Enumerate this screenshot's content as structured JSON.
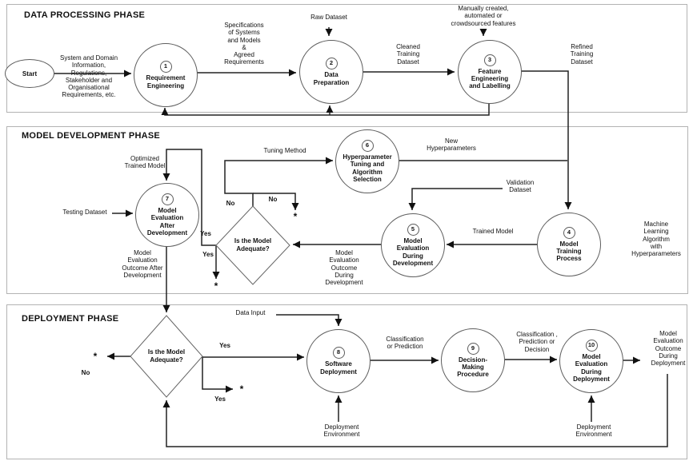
{
  "phases": [
    {
      "title": "DATA PROCESSING PHASE"
    },
    {
      "title": "MODEL DEVELOPMENT PHASE"
    },
    {
      "title": "DEPLOYMENT PHASE"
    }
  ],
  "start": {
    "label": "Start"
  },
  "nodes": [
    {
      "num": "1",
      "label": "Requirement\nEngineering"
    },
    {
      "num": "2",
      "label": "Data\nPreparation"
    },
    {
      "num": "3",
      "label": "Feature\nEngineering\nand Labelling"
    },
    {
      "num": "4",
      "label": "Model\nTraining\nProcess"
    },
    {
      "num": "5",
      "label": "Model\nEvaluation\nDuring\nDevelopment"
    },
    {
      "num": "6",
      "label": "Hyperparameter\nTuning and\nAlgorithm\nSelection"
    },
    {
      "num": "7",
      "label": "Model\nEvaluation\nAfter\nDevelopment"
    },
    {
      "num": "8",
      "label": "Software\nDeployment"
    },
    {
      "num": "9",
      "label": "Decision-\nMaking\nProcedure"
    },
    {
      "num": "10",
      "label": "Model\nEvaluation\nDuring\nDeployment"
    }
  ],
  "decisions": [
    {
      "label": "Is the Model\nAdequate?"
    },
    {
      "label": "Is the Model\nAdequate?"
    }
  ],
  "edge_labels": {
    "system_domain": "System and Domain\nInformation,\nRegulations,\nStakeholder and\nOrganisational\nRequirements, etc.",
    "specifications": "Specifications\nof Systems\nand Models\n&\nAgreed\nRequirements",
    "raw_dataset": "Raw Dataset",
    "cleaned": "Cleaned\nTraining\nDataset",
    "manual_features": "Manually created,\nautomated or\ncrowdsourced features",
    "refined": "Refined\nTraining\nDataset",
    "tuning_method": "Tuning Method",
    "new_hyperparameters": "New\nHyperparameters",
    "validation_dataset": "Validation\nDataset",
    "trained_model": "Trained Model",
    "ml_algorithm": "Machine\nLearning Algorithm\nwith\nHyperparameters",
    "testing_dataset": "Testing Dataset",
    "optimized_model": "Optimized\nTrained Model",
    "outcome_after_dev": "Model\nEvaluation\nOutcome After\nDevelopment",
    "outcome_during_dev": "Model\nEvaluation\nOutcome\nDuring\nDevelopment",
    "data_input": "Data Input",
    "classification_or_prediction": "Classification\nor Prediction",
    "classification_prediction_decision": "Classification ,\nPrediction or\nDecision",
    "outcome_during_deploy": "Model\nEvaluation\nOutcome\nDuring\nDeployment",
    "deployment_env_1": "Deployment\nEnvironment",
    "deployment_env_2": "Deployment\nEnvironment"
  },
  "branch_labels": {
    "yes": "Yes",
    "no": "No",
    "connector": "*"
  }
}
